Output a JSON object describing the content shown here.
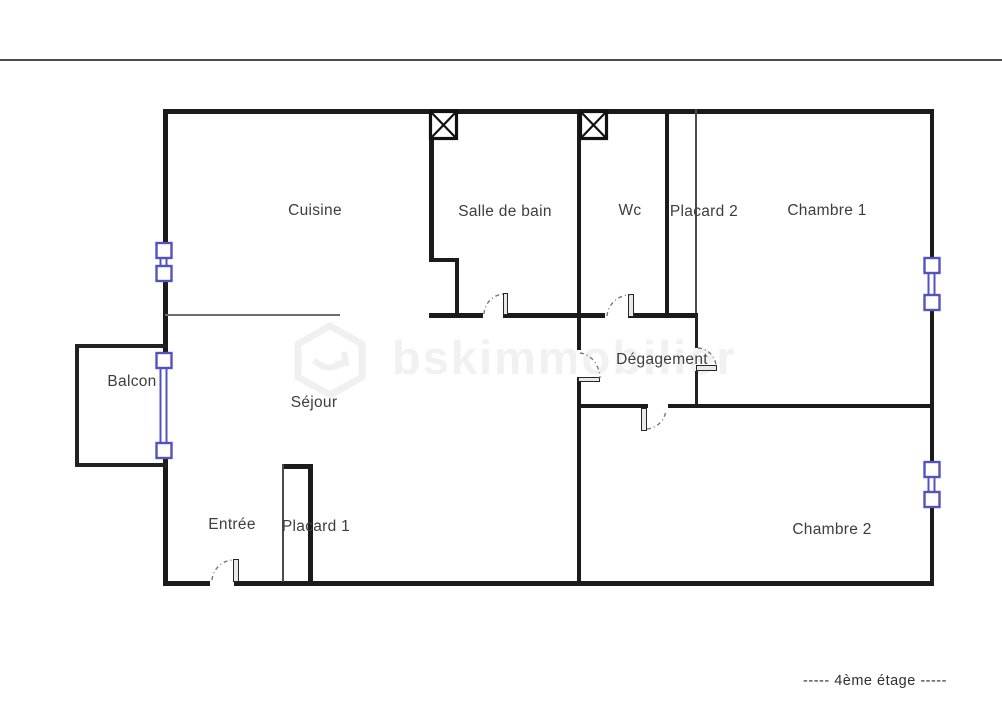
{
  "plan": {
    "title_area": "",
    "floor": {
      "label": "-----  4ème étage  -----"
    },
    "watermark": {
      "text": "bskimmobilier"
    },
    "rooms": {
      "cuisine": {
        "label": "Cuisine"
      },
      "salle_de_bain": {
        "label": "Salle de bain"
      },
      "wc": {
        "label": "Wc"
      },
      "placard2": {
        "label": "Placard 2"
      },
      "chambre1": {
        "label": "Chambre 1"
      },
      "balcon": {
        "label": "Balcon"
      },
      "sejour": {
        "label": "Séjour"
      },
      "degagement": {
        "label": "Dégagement"
      },
      "entree": {
        "label": "Entrée"
      },
      "placard1": {
        "label": "Placard 1"
      },
      "chambre2": {
        "label": "Chambre 2"
      }
    },
    "symbols": {
      "window_icon": "blue double-line window with end caps",
      "vent_icon": "crossed box (shaft/vent)",
      "door_icon": "leaf with dashed swing arc"
    },
    "colors": {
      "wall": "#1b1b1b",
      "window_blue": "#5353c0",
      "text": "#3d3d3d",
      "watermark": "#f1f1f1",
      "top_rule": "#4c4c4c"
    }
  }
}
